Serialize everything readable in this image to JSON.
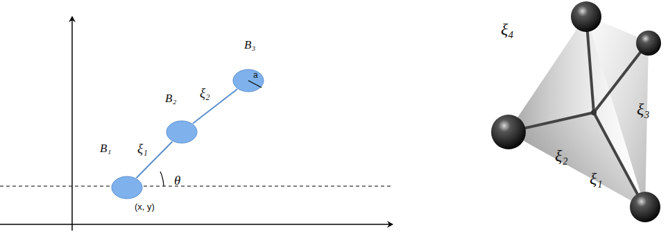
{
  "diagram": {
    "nodes": [
      {
        "text": [
          "B₁",
          "(x, y)"
        ]
      },
      {
        "text": [
          "B₂"
        ]
      },
      {
        "text": [
          "B₃",
          "a"
        ]
      }
    ],
    "edges": [
      {
        "from": 0,
        "to": 1,
        "arrow": "none",
        "label": "ξ₁"
      },
      {
        "from": 1,
        "to": 2,
        "arrow": "none",
        "label": "ξ₂"
      }
    ],
    "labels": [
      "θ",
      "ξ₄",
      "ξ₂",
      "ξ₃",
      "ξ₁"
    ]
  }
}
